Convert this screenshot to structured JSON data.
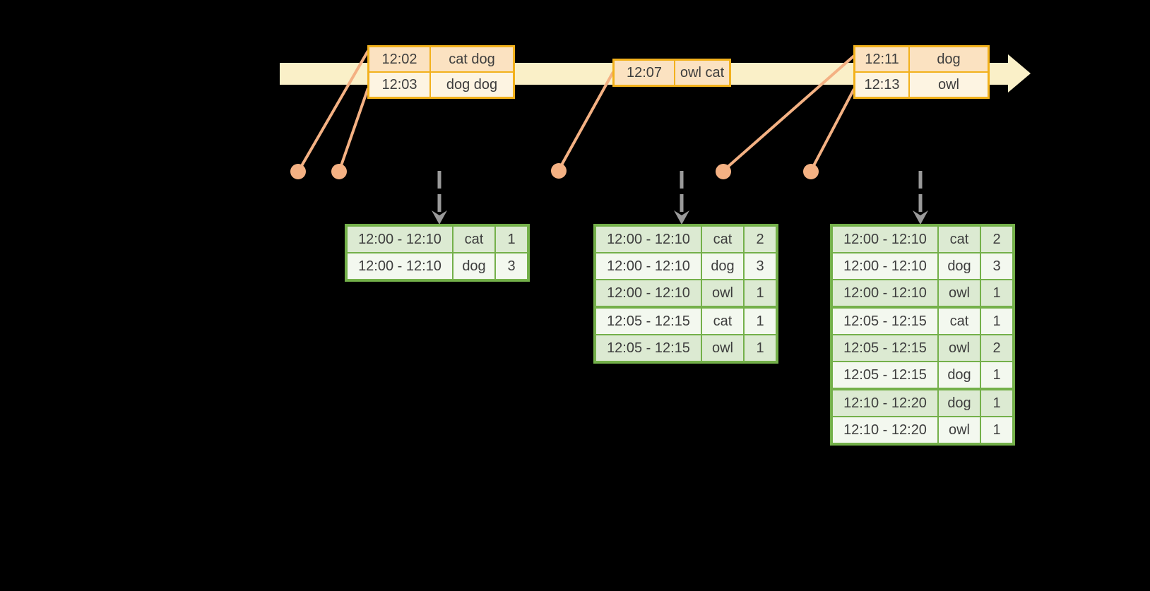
{
  "colors": {
    "bg": "#000000",
    "amber-border": "#f2b11c",
    "peach-fill": "#fbe2c1",
    "cream-fill": "#fdf4e2",
    "band-fill": "#faf0c8",
    "salmon": "#f4b183",
    "green-border": "#74b04a",
    "green-dark": "#dcead2",
    "green-light": "#f3f8ef",
    "gray-arrow": "#9a9a9a",
    "text": "#3d3d3d"
  },
  "icons": {
    "timeline_arrowhead": "right-arrow-triangle",
    "trigger_arrow": "dashed-down-arrow",
    "event_dot": "filled-circle"
  },
  "batches": [
    {
      "rows": [
        {
          "time": "12:02",
          "words": "cat dog"
        },
        {
          "time": "12:03",
          "words": "dog dog"
        }
      ]
    },
    {
      "rows": [
        {
          "time": "12:07",
          "words": "owl cat"
        }
      ]
    },
    {
      "rows": [
        {
          "time": "12:11",
          "words": "dog"
        },
        {
          "time": "12:13",
          "words": "owl"
        }
      ]
    }
  ],
  "results": [
    {
      "rows": [
        {
          "window": "12:00 - 12:10",
          "word": "cat",
          "count": 1
        },
        {
          "window": "12:00 - 12:10",
          "word": "dog",
          "count": 3
        }
      ]
    },
    {
      "rows": [
        {
          "window": "12:00 - 12:10",
          "word": "cat",
          "count": 2
        },
        {
          "window": "12:00 - 12:10",
          "word": "dog",
          "count": 3
        },
        {
          "window": "12:00 - 12:10",
          "word": "owl",
          "count": 1
        },
        {
          "window": "12:05 - 12:15",
          "word": "cat",
          "count": 1
        },
        {
          "window": "12:05 - 12:15",
          "word": "owl",
          "count": 1
        }
      ]
    },
    {
      "rows": [
        {
          "window": "12:00 - 12:10",
          "word": "cat",
          "count": 2
        },
        {
          "window": "12:00 - 12:10",
          "word": "dog",
          "count": 3
        },
        {
          "window": "12:00 - 12:10",
          "word": "owl",
          "count": 1
        },
        {
          "window": "12:05 - 12:15",
          "word": "cat",
          "count": 1
        },
        {
          "window": "12:05 - 12:15",
          "word": "owl",
          "count": 2
        },
        {
          "window": "12:05 - 12:15",
          "word": "dog",
          "count": 1
        },
        {
          "window": "12:10 - 12:20",
          "word": "dog",
          "count": 1
        },
        {
          "window": "12:10 - 12:20",
          "word": "owl",
          "count": 1
        }
      ]
    }
  ]
}
